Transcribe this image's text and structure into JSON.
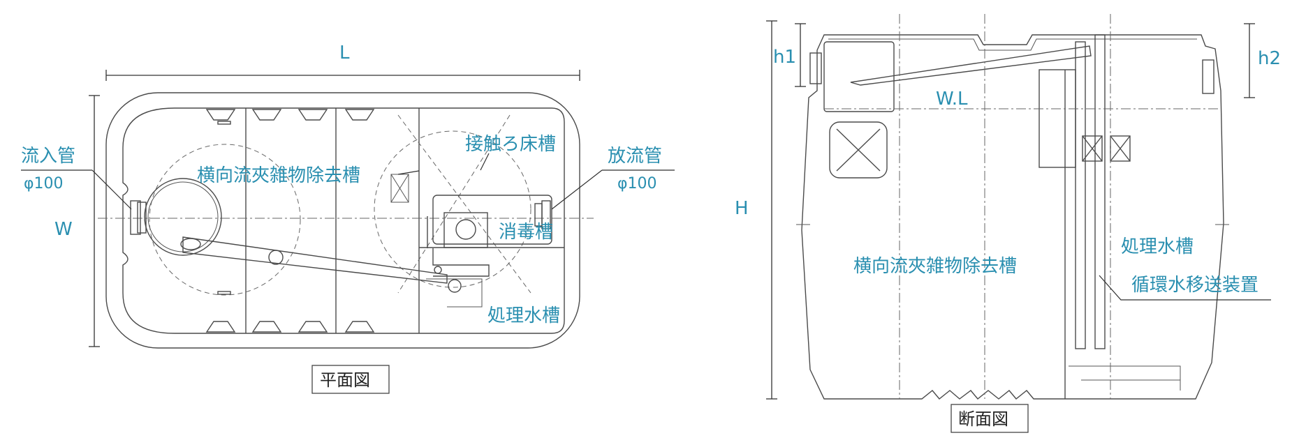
{
  "plan_view": {
    "caption": "平面図",
    "dim_length": "L",
    "dim_width": "W",
    "inlet_label": "流入管",
    "inlet_size": "φ100",
    "outlet_label": "放流管",
    "outlet_size": "φ100",
    "chamber_sediment": "横向流夾雑物除去槽",
    "chamber_contact": "接触ろ床槽",
    "chamber_disinfect": "消毒槽",
    "chamber_treated": "処理水槽"
  },
  "section_view": {
    "caption": "断面図",
    "dim_height": "H",
    "dim_h1": "h1",
    "dim_h2": "h2",
    "water_level": "W.L",
    "chamber_sediment": "横向流夾雑物除去槽",
    "chamber_treated": "処理水槽",
    "circulation_device": "循環水移送装置"
  },
  "colors": {
    "label": "#2a8fb0",
    "line": "#4a4a4a"
  }
}
